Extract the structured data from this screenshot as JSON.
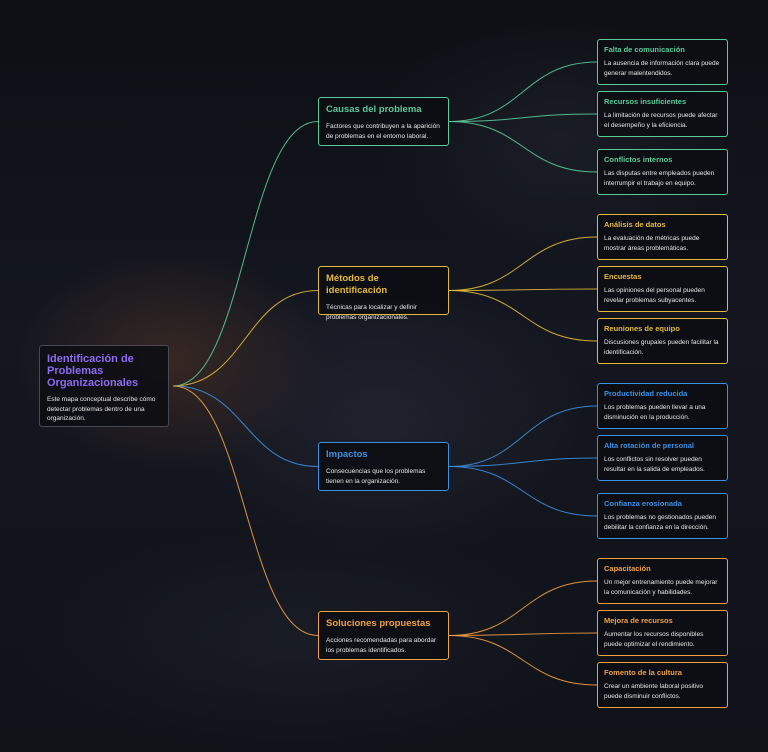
{
  "root": {
    "title": "Identificación de Problemas Organizacionales",
    "description": "Este mapa conceptual describe cómo detectar problemas dentro de una organización.",
    "color": "#8b6cf0"
  },
  "branches": [
    {
      "key": "causas",
      "title": "Causas del problema",
      "description": "Factores que contribuyen a la aparición de problemas en el entorno laboral.",
      "color": "#5cc99a",
      "children": [
        {
          "title": "Falta de comunicación",
          "description": "La ausencia de información clara puede generar malentendidos."
        },
        {
          "title": "Recursos insuficientes",
          "description": "La limitación de recursos puede afectar el desempeño y la eficiencia."
        },
        {
          "title": "Conflictos internos",
          "description": "Las disputas entre empleados pueden interrumpir el trabajo en equipo."
        }
      ]
    },
    {
      "key": "metodos",
      "title": "Métodos de identificación",
      "description": "Técnicas para localizar y definir problemas organizacionales.",
      "color": "#e2b93b",
      "children": [
        {
          "title": "Análisis de datos",
          "description": "La evaluación de métricas puede mostrar áreas problemáticas."
        },
        {
          "title": "Encuestas",
          "description": "Las opiniones del personal pueden revelar problemas subyacentes."
        },
        {
          "title": "Reuniones de equipo",
          "description": "Discusiones grupales pueden facilitar la identificación."
        }
      ]
    },
    {
      "key": "impactos",
      "title": "Impactos",
      "description": "Consecuencias que los problemas tienen en la organización.",
      "color": "#3d8fe0",
      "children": [
        {
          "title": "Productividad reducida",
          "description": "Los problemas pueden llevar a una disminución en la producción."
        },
        {
          "title": "Alta rotación de personal",
          "description": "Los conflictos sin resolver pueden resultar en la salida de empleados."
        },
        {
          "title": "Confianza erosionada",
          "description": "Los problemas no gestionados pueden debilitar la confianza en la dirección."
        }
      ]
    },
    {
      "key": "soluciones",
      "title": "Soluciones propuestas",
      "description": "Acciones recomendadas para abordar los problemas identificados.",
      "color": "#f0a045",
      "children": [
        {
          "title": "Capacitación",
          "description": "Un mejor entrenamiento puede mejorar la comunicación y habilidades."
        },
        {
          "title": "Mejora de recursos",
          "description": "Aumentar los recursos disponibles puede optimizar el rendimiento."
        },
        {
          "title": "Fomento de la cultura",
          "description": "Crear un ambiente laboral positivo puede disminuir conflictos."
        }
      ]
    }
  ]
}
